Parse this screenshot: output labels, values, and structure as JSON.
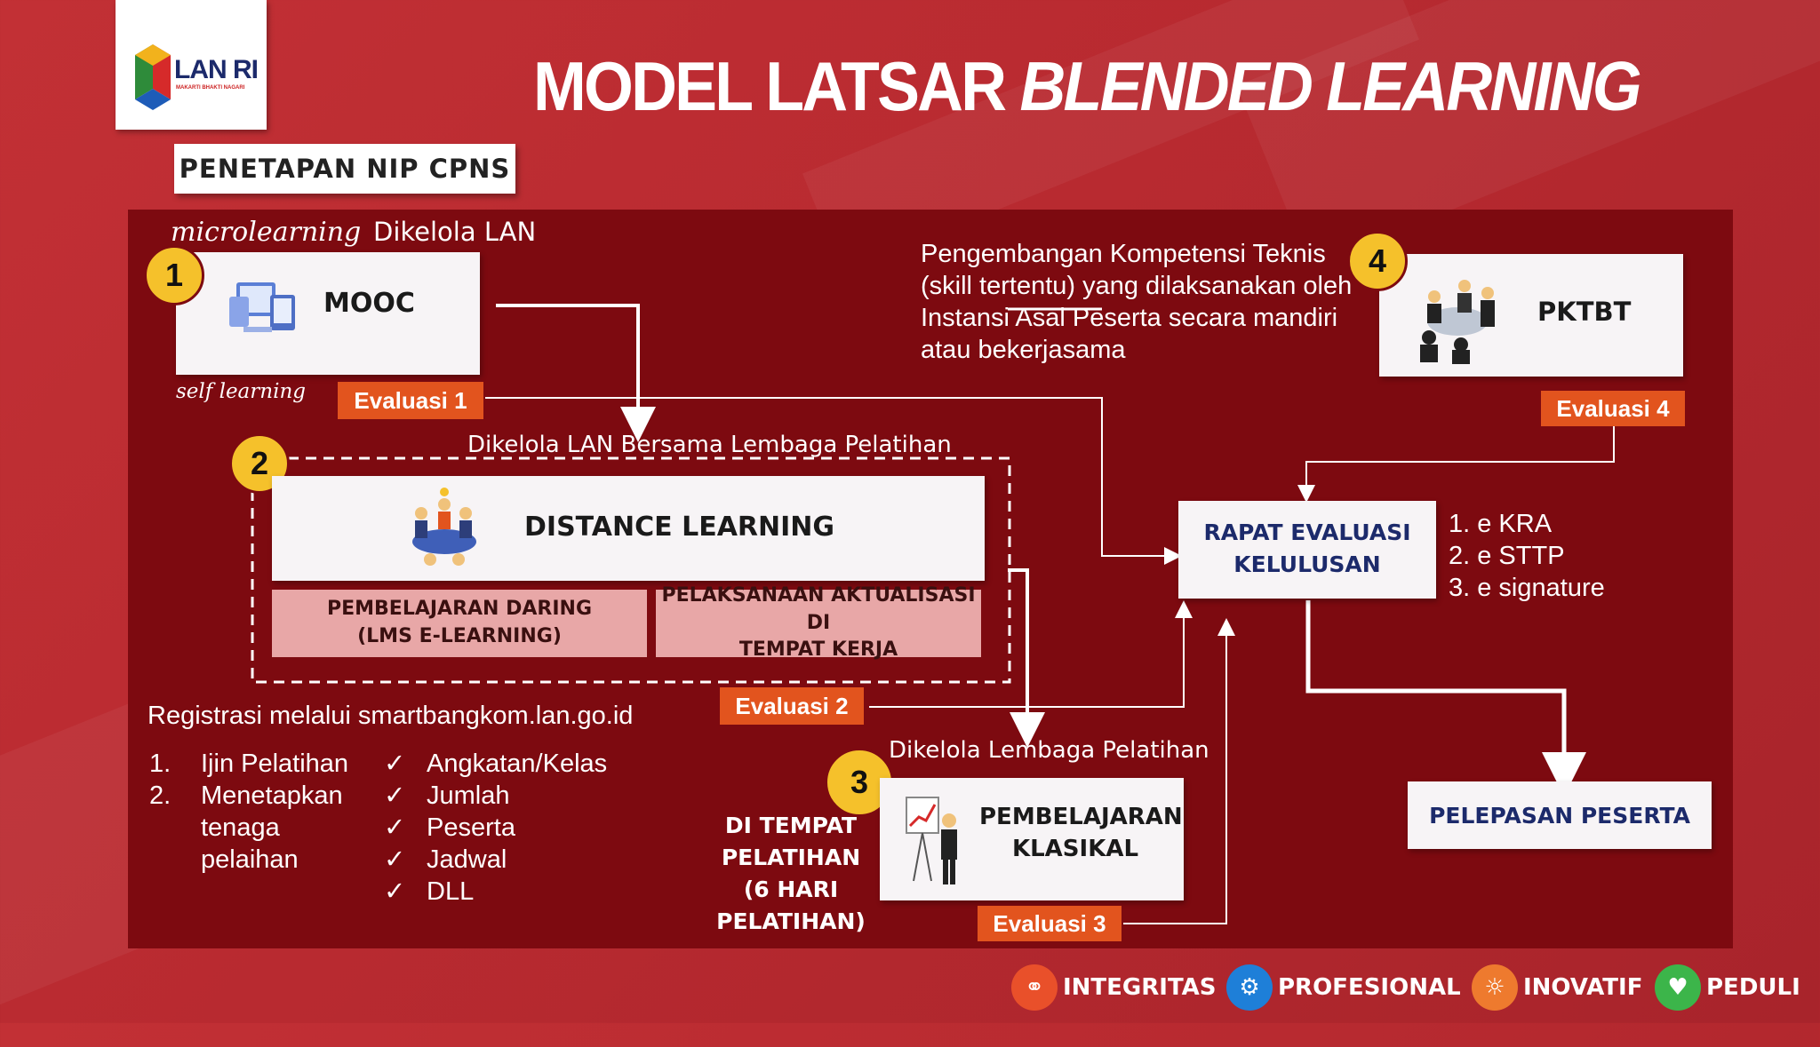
{
  "header": {
    "logo_text": "LAN RI",
    "logo_tagline": "MAKARTI BHAKTI NAGARI",
    "title_plain": "MODEL LATSAR ",
    "title_italic": "BLENDED LEARNING"
  },
  "nip_label": "PENETAPAN NIP CPNS",
  "section1": {
    "number": "1",
    "tag_italic": "microlearning",
    "managed_by": "Dikelola LAN",
    "box_title": "MOOC",
    "sub_italic": "self learning",
    "evaluation": "Evaluasi 1",
    "icon": "mooc-devices-icon"
  },
  "section2": {
    "number": "2",
    "managed_by": "Dikelola LAN Bersama Lembaga Pelatihan",
    "box_title": "DISTANCE LEARNING",
    "sub_left_1": "PEMBELAJARAN DARING",
    "sub_left_2": "(LMS E-LEARNING)",
    "sub_right_1": "PELAKSANAAN AKTUALISASI DI",
    "sub_right_2": "TEMPAT KERJA",
    "evaluation": "Evaluasi 2",
    "icon": "team-meeting-icon"
  },
  "section3": {
    "number": "3",
    "managed_by": "Dikelola Lembaga Pelatihan",
    "box_title_1": "PEMBELAJARAN",
    "box_title_2": "KLASIKAL",
    "side_note": [
      "DI TEMPAT",
      "PELATIHAN",
      "(6 HARI",
      "PELATIHAN)"
    ],
    "evaluation": "Evaluasi 3",
    "icon": "presenter-icon"
  },
  "section4": {
    "number": "4",
    "description": [
      "Pengembangan Kompetensi Teknis",
      "(skill tertentu) yang dilaksanakan oleh",
      "Instansi Asal Peserta secara mandiri",
      "atau bekerjasama"
    ],
    "box_title": "PKTBT",
    "evaluation": "Evaluasi 4",
    "icon": "boardroom-icon"
  },
  "rapat": {
    "title_1": "RAPAT EVALUASI",
    "title_2": "KELULUSAN",
    "outputs": [
      "1. e KRA",
      "2. e STTP",
      "3. e signature"
    ]
  },
  "pelepasan": "PELEPASAN PESERTA",
  "registration": {
    "heading": "Registrasi melalui smartbangkom.lan.go.id",
    "numbered": [
      {
        "num": "1.",
        "text": "Ijin Pelatihan"
      },
      {
        "num": "2.",
        "text": "Menetapkan"
      },
      {
        "num": "",
        "text": "tenaga"
      },
      {
        "num": "",
        "text": "pelaihan"
      }
    ],
    "checks": [
      "Angkatan/Kelas",
      "Jumlah",
      "Peserta",
      "Jadwal",
      "DLL"
    ],
    "check_mark": "✓"
  },
  "values": [
    {
      "label": "INTEGRITAS",
      "color": "#e9502a",
      "icon": "handshake-icon"
    },
    {
      "label": "PROFESIONAL",
      "color": "#1e7fd8",
      "icon": "head-gear-icon"
    },
    {
      "label": "INOVATIF",
      "color": "#ee7a2e",
      "icon": "lightbulb-icon"
    },
    {
      "label": "PEDULI",
      "color": "#3cb54a",
      "icon": "heart-hands-icon"
    }
  ]
}
